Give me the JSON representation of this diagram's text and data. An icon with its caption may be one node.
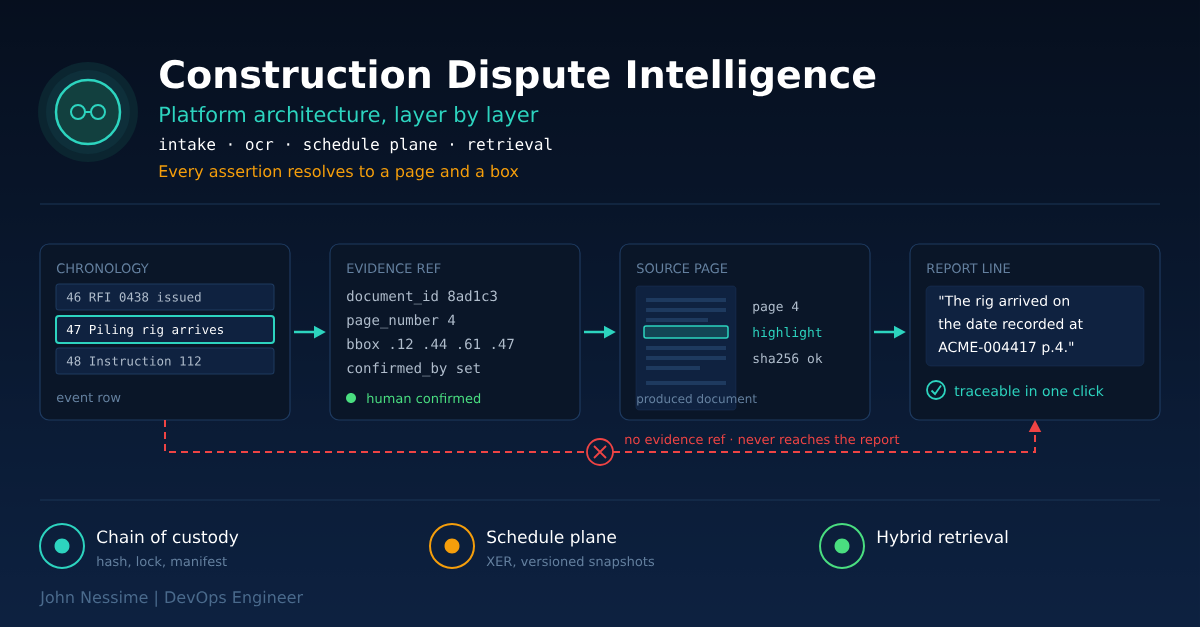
{
  "diagram": {
    "title": "Construction Dispute Intelligence",
    "nodes": [
      {
        "text": [
          "CHRONOLOGY",
          "event row"
        ]
      },
      {
        "text": [
          "46 RFI 0438 issued"
        ],
        "in": 0
      },
      {
        "text": [
          "47 Piling rig arrives"
        ],
        "in": 0
      },
      {
        "text": [
          "48 Instruction 112"
        ],
        "in": 0
      },
      {
        "text": [
          "EVIDENCE REF",
          "document_id 8ad1c3",
          "page_number 4",
          "bbox .12 .44 .61 .47",
          "confirmed_by set",
          "human confirmed"
        ]
      },
      {
        "text": [
          "SOURCE PAGE",
          "page 4",
          "highlight",
          "sha256 ok"
        ]
      },
      {
        "text": [
          "produced document"
        ],
        "in": 5
      },
      {
        "text": [
          "REPORT LINE",
          "traceable in one click"
        ]
      },
      {
        "text": [
          "\"The rig arrived on the date recorded at ACME-004417 p.4.\""
        ],
        "in": 7
      },
      {
        "text": [],
        "shape": "circle"
      }
    ],
    "edges": [
      {
        "from": 0,
        "to": 4,
        "arrow": "to"
      },
      {
        "from": 4,
        "to": 5,
        "arrow": "to"
      },
      {
        "from": 5,
        "to": 7,
        "arrow": "to"
      },
      {
        "from": 0,
        "to": 9,
        "arrow": "none",
        "style": "dashed",
        "color": "#ef4444"
      },
      {
        "from": 9,
        "to": 7,
        "arrow": "to",
        "style": "dashed",
        "color": "#ef4444",
        "label": "no evidence ref · never reaches the report"
      }
    ],
    "labels": [
      "Platform architecture, layer by layer",
      "intake · ocr · schedule plane · retrieval",
      "Every assertion resolves to a page and a box",
      "Chain of custody",
      "hash, lock, manifest",
      "Schedule plane",
      "XER, versioned snapshots",
      "Hybrid retrieval",
      "John Nessime | DevOps Engineer"
    ]
  }
}
